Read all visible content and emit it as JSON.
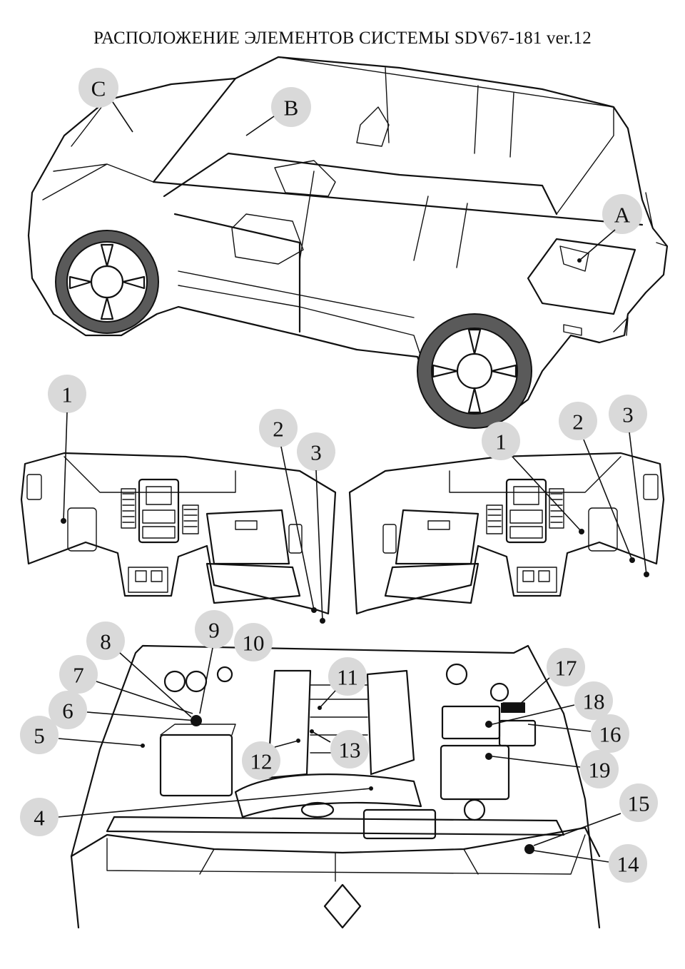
{
  "title": "РАСПОЛОЖЕНИЕ ЭЛЕМЕНТОВ СИСТЕМЫ SDV67-181 ver.12",
  "vehicle_callouts": [
    "A",
    "B",
    "C"
  ],
  "dashboard_left_callouts": [
    "1",
    "2",
    "3"
  ],
  "dashboard_right_callouts": [
    "1",
    "2",
    "3"
  ],
  "engine_callouts": [
    "4",
    "5",
    "6",
    "7",
    "8",
    "9",
    "10",
    "11",
    "12",
    "13",
    "14",
    "15",
    "16",
    "17",
    "18",
    "19"
  ],
  "colors": {
    "callout_fill": "#d9d9d9",
    "line": "#111111",
    "tire": "#5a5a5a"
  }
}
